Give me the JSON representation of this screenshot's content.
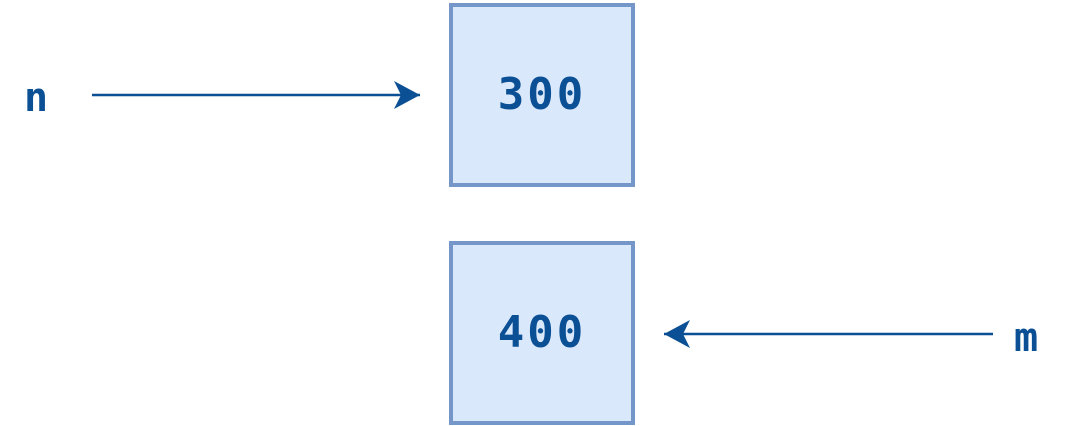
{
  "colors": {
    "arrow": "#0b4f94",
    "text": "#0b4f94",
    "box_fill": "#dae8fc",
    "box_border": "#7596c8"
  },
  "variables": [
    {
      "name": "n",
      "points_to": "300"
    },
    {
      "name": "m",
      "points_to": "400"
    }
  ],
  "objects": [
    {
      "value": "300"
    },
    {
      "value": "400"
    }
  ]
}
